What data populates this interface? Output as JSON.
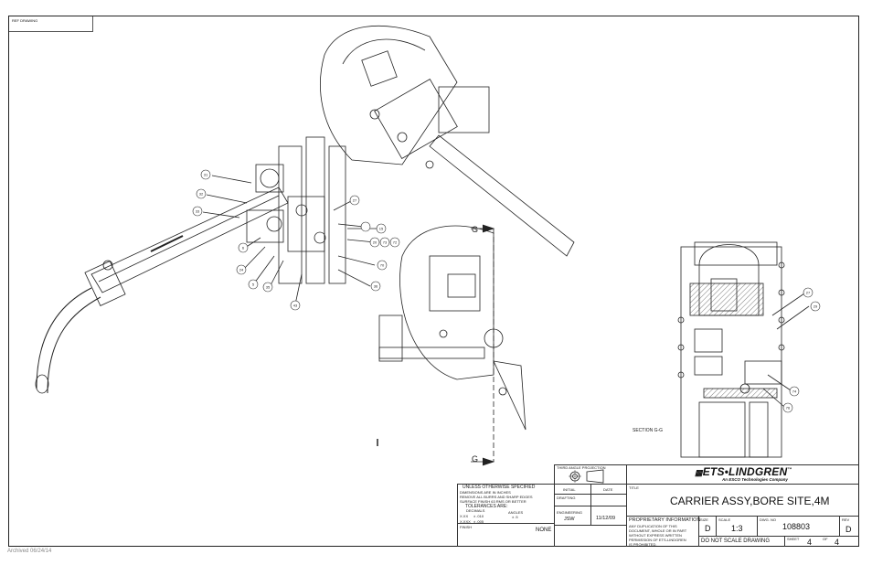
{
  "ref_drawing": "REF DRAWING",
  "archived": "Archived 06/24/14",
  "section_label": "SECTION G-G",
  "section_marks": [
    "G",
    "G"
  ],
  "callouts_left": [
    "31",
    "32",
    "33",
    "6",
    "24",
    "5",
    "35",
    "43",
    "27",
    "15",
    "20",
    "73",
    "72",
    "70",
    "36"
  ],
  "callouts_right": [
    "27",
    "29",
    "74",
    "76"
  ],
  "title_block": {
    "projection": "THIRD ANGLE PROJECTION",
    "unless": "UNLESS OTHERWISE SPECIFIED",
    "notes": [
      "DIMENSIONS ARE IN INCHES",
      "REMOVE ALL BURRS AND SHARP EDGES",
      "SURFACE FINISH 63 RMS OR BETTER",
      "TOLERANCES ARE:"
    ],
    "decimals": "DECIMALS",
    "angles": "ANGLES",
    "tol_xx": "X.XX",
    "tol_xx_val": "± .010",
    "tol_xxx": "X.XXX",
    "tol_xxx_val": "± .005",
    "angle_val": "± .5",
    "finish_label": "FINISH",
    "finish": "NONE",
    "initial": "INITIAL",
    "date": "DATE",
    "drafting": "DRAFTING",
    "engineering": "ENGINEERING",
    "engineer": "JSW",
    "eng_date": "11/12/09",
    "company": "ETS•LINDGREN",
    "tm": "™",
    "company_sub": "An ESCO Technologies Company",
    "title_label": "TITLE",
    "title": "CARRIER ASSY,BORE SITE,4M",
    "prop_title": "PROPRIETARY INFORMATION",
    "prop_text": [
      "ANY DUPLICATION OF THIS",
      "DOCUMENT, WHOLE OR IN PART",
      "WITHOUT EXPRESS WRITTEN",
      "PERMISSION OF ETS-LINDGREN",
      "IS PROHIBITED."
    ],
    "size_label": "SIZE",
    "size": "D",
    "scale_label": "SCALE",
    "scale": "1:3",
    "dwg_label": "DWG. NO",
    "dwg_no": "108803",
    "rev_label": "REV",
    "rev": "D",
    "no_scale": "DO NOT SCALE DRAWING",
    "sheet_label": "SHEET",
    "sheet": "4",
    "of_label": "OF",
    "of": "4"
  }
}
